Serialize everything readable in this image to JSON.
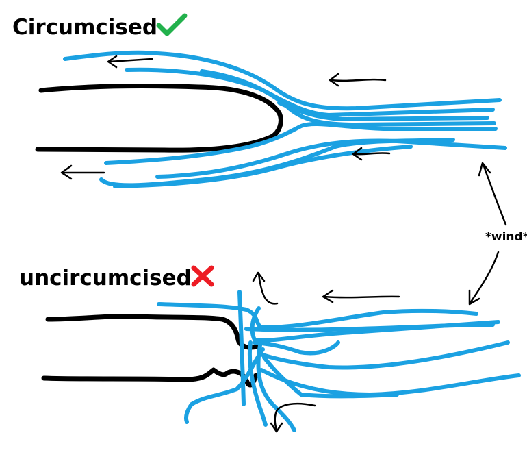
{
  "labels": {
    "circumcised": "Circumcised",
    "uncircumcised": "uncircumcised",
    "wind": "*wind*"
  },
  "colors": {
    "airflow": "#1ba1e2",
    "check": "#22b14c",
    "cross": "#ed1c24",
    "outline": "#000000"
  },
  "icons": {
    "check": "check-mark-icon",
    "cross": "cross-mark-icon"
  }
}
